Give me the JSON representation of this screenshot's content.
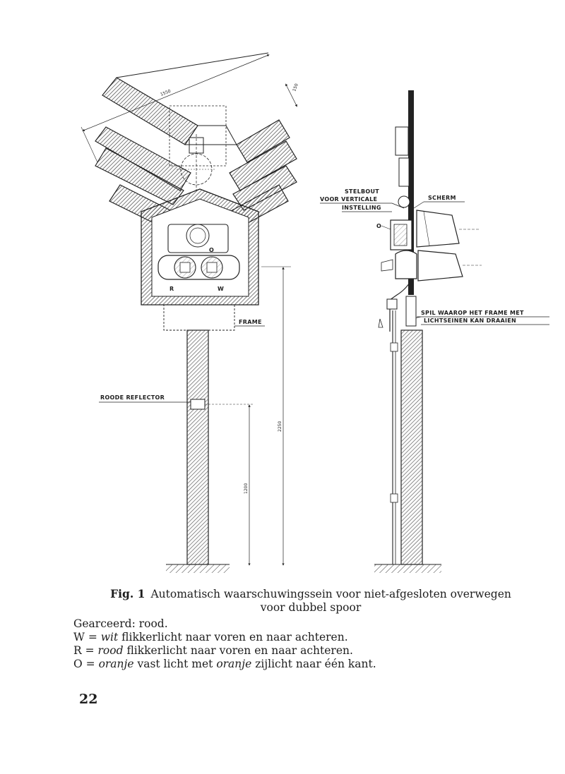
{
  "labels": {
    "frame": "FRAME",
    "roode_reflector": "ROODE REFLECTOR",
    "stelbout_1": "STELBOUT",
    "stelbout_2": "VOOR VERTICALE",
    "stelbout_3": "INSTELLING",
    "scherm": "SCHERM",
    "spil_1": "SPIL WAAROP HET FRAME MET",
    "spil_2": "LICHTSEINEN KAN DRAAIEN",
    "lamp_r": "R",
    "lamp_w": "W",
    "lamp_o": "O",
    "side_o": "O"
  },
  "dimensions": {
    "d1550": "1550",
    "d150": "150",
    "d2250": "2250",
    "d1200": "1200"
  },
  "caption": {
    "fig_number": "Fig. 1",
    "line1": "Automatisch waarschuwingssein voor niet-afgesloten overwegen",
    "line2": "voor dubbel spoor"
  },
  "legend": {
    "hatched": "Gearceerd: rood.",
    "w_key": "W = ",
    "w_color": "wit",
    "w_text": " flikkerlicht naar voren en naar achteren.",
    "r_key": "R = ",
    "r_color": "rood",
    "r_text": " flikkerlicht naar voren en naar achteren.",
    "o_key": "O = ",
    "o_color": "oranje",
    "o_mid": " vast licht met ",
    "o_color2": "oranje",
    "o_text": " zijlicht naar één kant."
  },
  "page_number": "22"
}
